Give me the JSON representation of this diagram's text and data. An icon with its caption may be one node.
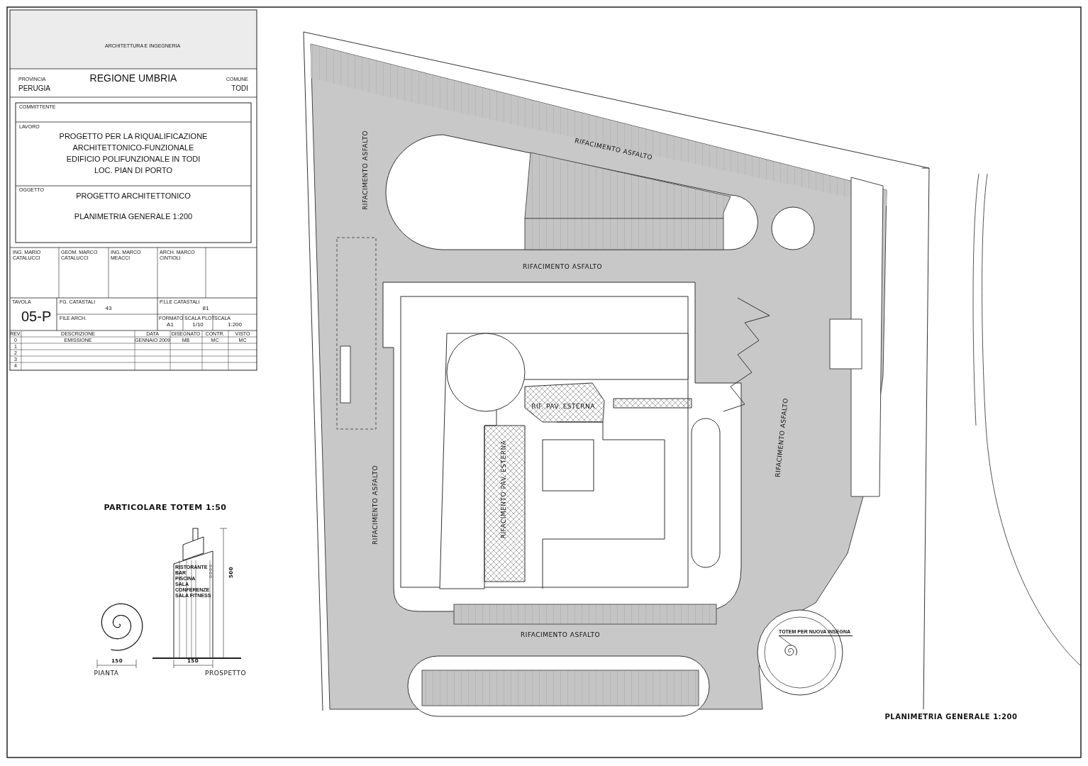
{
  "diagram": {
    "nodes": [
      {
        "text": [
          "TOTEM PER NUOVA INSEGNA"
        ]
      },
      {
        "text": [],
        "shape": "spiral"
      }
    ],
    "edges": [
      {
        "from": 0,
        "to": 1,
        "arrow": "none"
      }
    ],
    "labels": [
      "ARCHITETTURA E INGEGNERIA",
      "PROVINCIA",
      "PERUGIA",
      "REGIONE UMBRIA",
      "COMUNE",
      "TODI",
      "COMMITTENTE",
      "LAVORO",
      "PROGETTO PER LA RIQUALIFICAZIONE ARCHITETTONICO-FUNZIONALE EDIFICIO POLIFUNZIONALE IN TODI LOC. PIAN DI PORTO",
      "OGGETTO",
      "PROGETTO ARCHITETTONICO",
      "PLANIMETRIA GENERALE 1:200",
      "ING. MARIO CATALUCCI",
      "GEOM. MARCO CATALUCCI",
      "ING. MARCO MEACCI",
      "ARCH. MARCO CINTIOLI",
      "TAVOLA",
      "05-P",
      "FG. CATASTALI",
      "43",
      "P.LLE CATASTALI",
      "81",
      "FILE ARCH.",
      "FORMATO",
      "A1",
      "SCALA PLOT",
      "1/10",
      "SCALA",
      "1:200",
      "REV.",
      "DESCRIZIONE",
      "DATA",
      "DISEGNATO",
      "CONTR.",
      "VISTO",
      "0",
      "EMISSIONE",
      "GENNAIO 2009",
      "MB",
      "MC",
      "MC",
      "1",
      "2",
      "3",
      "4",
      "RIFACIMENTO ASFALTO",
      "RIFACIMENTO ASFALTO",
      "RIFACIMENTO ASFALTO",
      "RIF. PAV. ESTERNA",
      "RIFACIMENTO ASFALTO",
      "RIFACIMENTO PAV. ESTERNA",
      "RIFACIMENTO ASFALTO",
      "RIFACIMENTO ASFALTO",
      "PARTICOLARE TOTEM 1:50",
      "RISTORANTE",
      "BAR",
      "PISCINA",
      "SALA",
      "CONFERENZE",
      "SALA FITNESS",
      "500",
      "150",
      "150",
      "PIANTA",
      "PROSPETTO",
      "PLANIMETRIA GENERALE 1:200"
    ]
  }
}
